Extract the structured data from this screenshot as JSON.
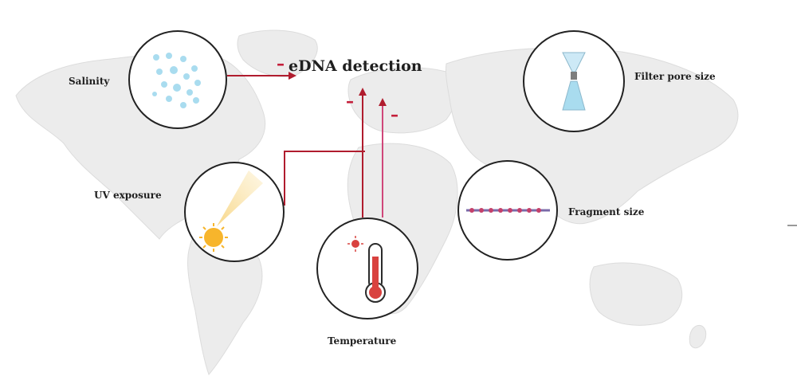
{
  "title": "eDNA detection",
  "factors": {
    "salinity": "Salinity",
    "uv": "UV exposure",
    "temperature": "Temperature",
    "filter": "Filter pore size",
    "fragment": "Fragment size"
  },
  "effects": [
    "–",
    "–",
    "–"
  ],
  "colors": {
    "arrow": "#b01c2e",
    "water_drop": "#a9dcef",
    "sun": "#f7b52c",
    "thermometer": "#d9423f",
    "map": "#e9e9e9"
  },
  "icons": [
    "water-drops-icon",
    "sun-icon",
    "thermometer-icon",
    "funnel-filter-icon",
    "dna-fragment-icon"
  ]
}
